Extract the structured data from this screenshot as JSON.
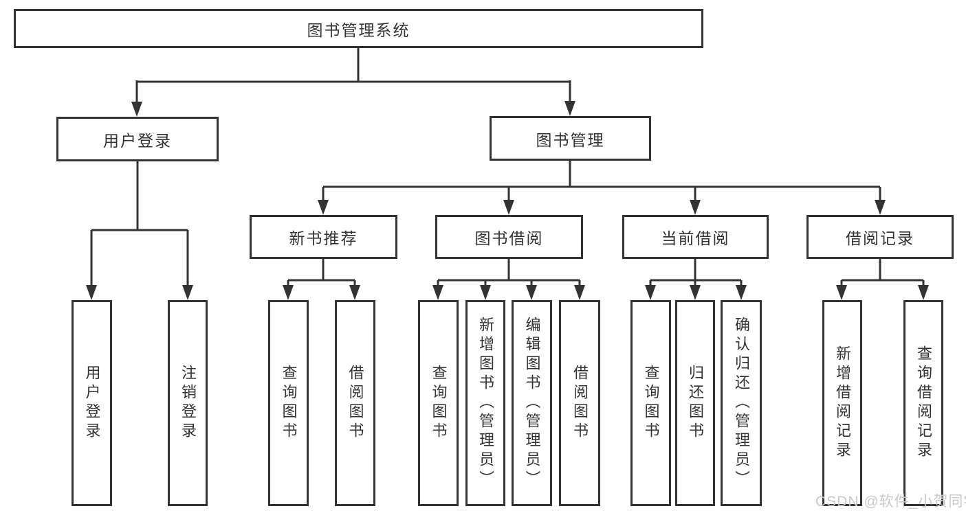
{
  "diagram": {
    "root": "图书管理系统",
    "level2": [
      "用户登录",
      "图书管理"
    ],
    "level3": [
      "新书推荐",
      "图书借阅",
      "当前借阅",
      "借阅记录"
    ],
    "leaves": {
      "user_login": [
        "用户登录",
        "注销登录"
      ],
      "new_books": [
        "查询图书",
        "借阅图书"
      ],
      "book_borrow": [
        "查询图书",
        "新增图书（管理员）",
        "编辑图书（管理员）",
        "借阅图书"
      ],
      "current_borrow": [
        "查询图书",
        "归还图书",
        "确认归还（管理员）"
      ],
      "borrow_records": [
        "新增借阅记录",
        "查询借阅记录"
      ]
    }
  },
  "watermark": "CSDN @软件_小贺同学",
  "colors": {
    "line": "#333333",
    "box_border": "#333333",
    "text": "#333333",
    "watermark": "#c9c9c9",
    "background": "#ffffff"
  }
}
